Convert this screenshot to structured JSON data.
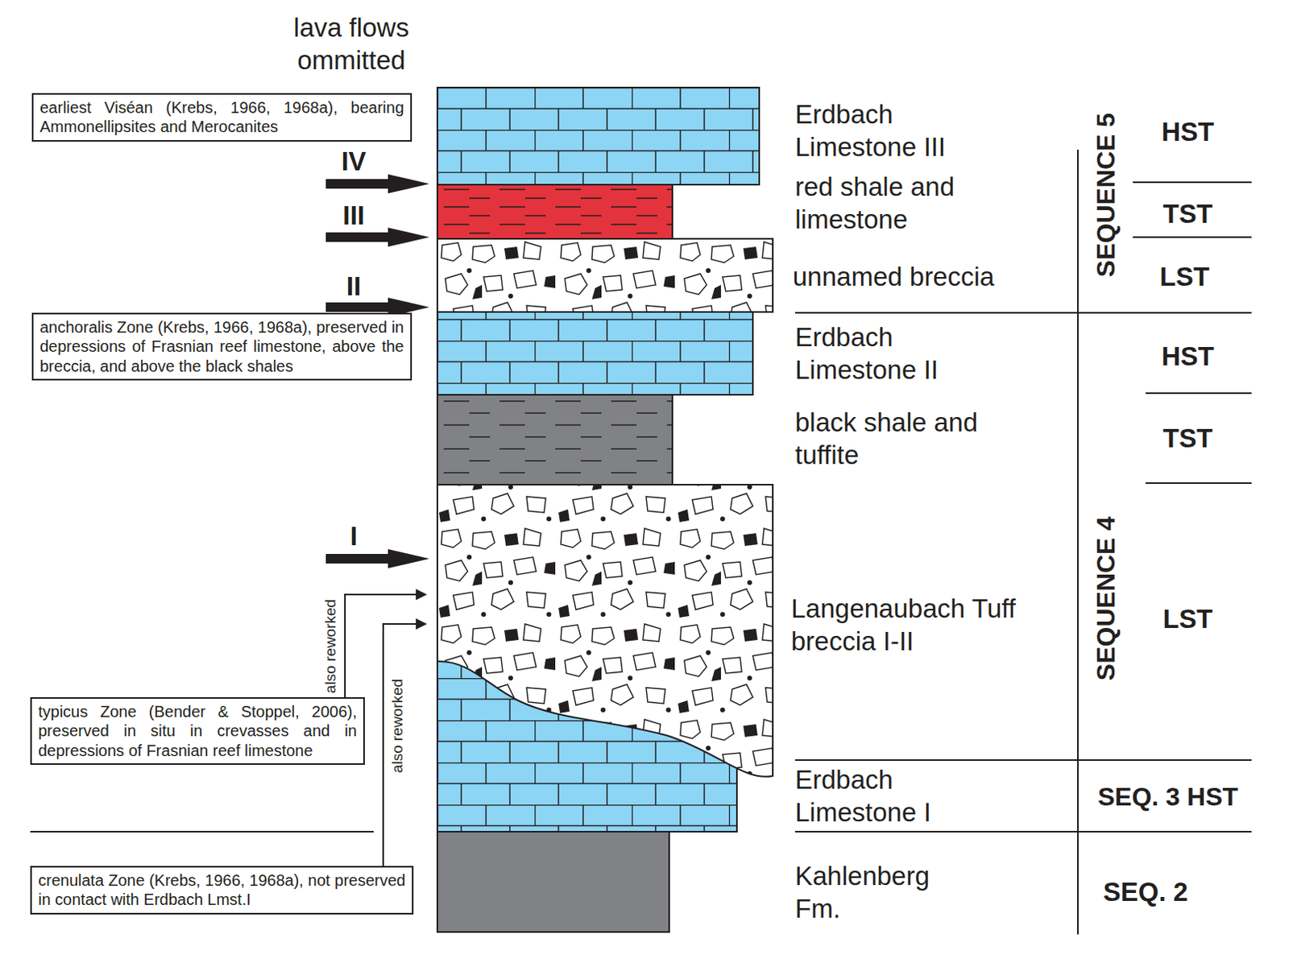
{
  "diagram": {
    "nodes": [
      {
        "text": [
          "earliest Viséan (Krebs, 1966, 1968a), bearing Ammonellipsites and Merocanites"
        ]
      },
      {
        "text": [
          "anchoralis Zone (Krebs, 1966, 1968a), preserved in depressions of Frasnian reef limestone, above the breccia, and above the black shales"
        ]
      },
      {
        "text": [
          "typicus Zone (Bender & Stoppel, 2006), preserved in situ in crevasses and in depressions of Frasnian reef limestone"
        ]
      },
      {
        "text": [
          "crenulata Zone (Krebs, 1966, 1968a), not preserved in contact with Erdbach Lmst.I"
        ]
      }
    ],
    "labels": [
      "lava flows ommitted",
      "IV",
      "III",
      "II",
      "I",
      "Erdbach Limestone III",
      "red shale and limestone",
      "unnamed breccia",
      "Erdbach Limestone II",
      "black shale and tuffite",
      "Langenaubach Tuff breccia I-II",
      "Erdbach Limestone I",
      "Kahlenberg Fm.",
      "SEQUENCE 5",
      "SEQUENCE 4",
      "HST",
      "TST",
      "LST",
      "HST",
      "TST",
      "LST",
      "SEQ. 3 HST",
      "SEQ. 2",
      "also reworked",
      "also reworked"
    ]
  }
}
